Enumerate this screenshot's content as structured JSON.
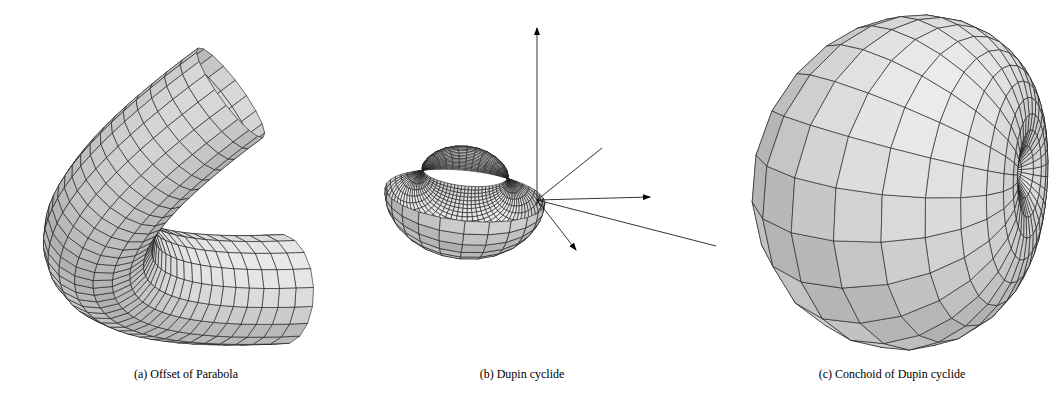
{
  "diagram": {
    "labels": [
      "(a) Offset of Parabola",
      "(b) Dupin cyclide",
      "(c) Conchoid of Dupin cyclide"
    ]
  }
}
